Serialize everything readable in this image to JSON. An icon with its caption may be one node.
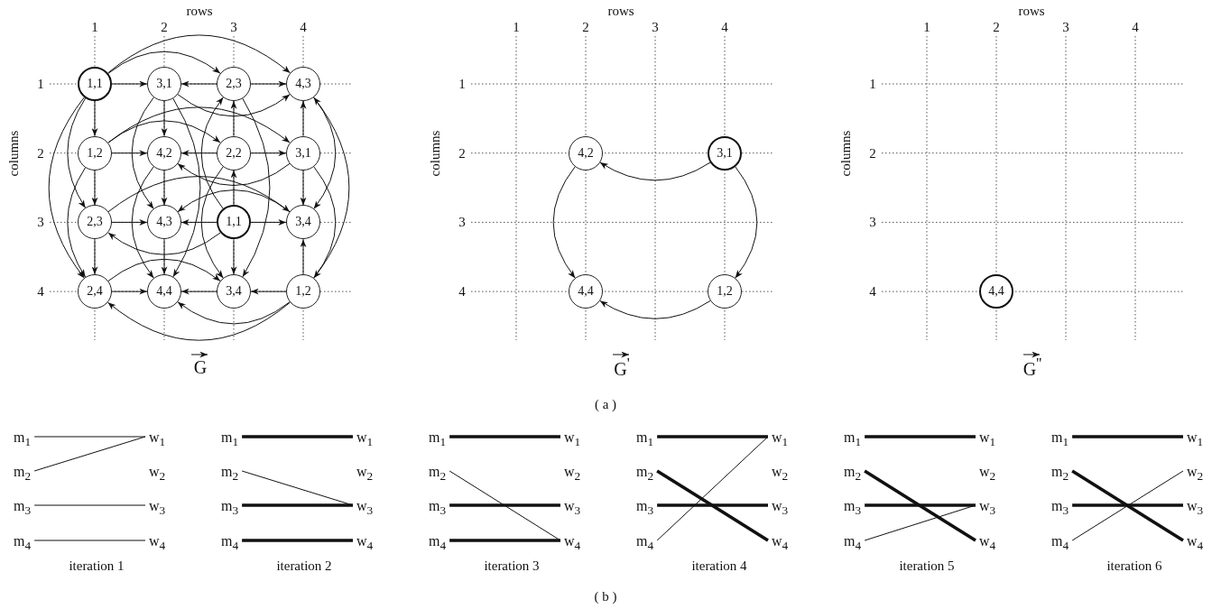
{
  "diagram": {
    "nodes": [
      {
        "text": [
          "1,1"
        ]
      },
      {
        "text": [
          "3,1"
        ]
      },
      {
        "text": [
          "2,3"
        ]
      },
      {
        "text": [
          "4,3"
        ]
      },
      {
        "text": [
          "1,2"
        ]
      },
      {
        "text": [
          "4,2"
        ]
      },
      {
        "text": [
          "2,2"
        ]
      },
      {
        "text": [
          "3,1"
        ]
      },
      {
        "text": [
          "2,3"
        ]
      },
      {
        "text": [
          "4,3"
        ]
      },
      {
        "text": [
          "1,1"
        ]
      },
      {
        "text": [
          "3,4"
        ]
      },
      {
        "text": [
          "2,4"
        ]
      },
      {
        "text": [
          "4,4"
        ]
      },
      {
        "text": [
          "3,4"
        ]
      },
      {
        "text": [
          "1,2"
        ]
      },
      {
        "text": [
          "4,2"
        ]
      },
      {
        "text": [
          "3,1"
        ]
      },
      {
        "text": [
          "4,4"
        ]
      },
      {
        "text": [
          "1,2"
        ]
      },
      {
        "text": [
          "4,4"
        ]
      },
      {
        "text": [
          "m$_{1}$"
        ]
      },
      {
        "text": [
          "m$_{2}$"
        ]
      },
      {
        "text": [
          "m$_{3}$"
        ]
      },
      {
        "text": [
          "m$_{4}$"
        ]
      },
      {
        "text": [
          "w$_{1}$"
        ]
      },
      {
        "text": [
          "w$_{2}$"
        ]
      },
      {
        "text": [
          "w$_{3}$"
        ]
      },
      {
        "text": [
          "w$_{4}$"
        ]
      },
      {
        "text": [
          "m$_{1}$"
        ]
      },
      {
        "text": [
          "m$_{2}$"
        ]
      },
      {
        "text": [
          "m$_{3}$"
        ]
      },
      {
        "text": [
          "m$_{4}$"
        ]
      },
      {
        "text": [
          "w$_{1}$"
        ]
      },
      {
        "text": [
          "w$_{2}$"
        ]
      },
      {
        "text": [
          "w$_{3}$"
        ]
      },
      {
        "text": [
          "w$_{4}$"
        ]
      },
      {
        "text": [
          "m$_{1}$"
        ]
      },
      {
        "text": [
          "m$_{2}$"
        ]
      },
      {
        "text": [
          "m$_{3}$"
        ]
      },
      {
        "text": [
          "m$_{4}$"
        ]
      },
      {
        "text": [
          "w$_{1}$"
        ]
      },
      {
        "text": [
          "w$_{2}$"
        ]
      },
      {
        "text": [
          "w$_{3}$"
        ]
      },
      {
        "text": [
          "w$_{4}$"
        ]
      },
      {
        "text": [
          "m$_{1}$"
        ]
      },
      {
        "text": [
          "m$_{2}$"
        ]
      },
      {
        "text": [
          "m$_{3}$"
        ]
      },
      {
        "text": [
          "m$_{4}$"
        ]
      },
      {
        "text": [
          "w$_{1}$"
        ]
      },
      {
        "text": [
          "w$_{2}$"
        ]
      },
      {
        "text": [
          "w$_{3}$"
        ]
      },
      {
        "text": [
          "w$_{4}$"
        ]
      },
      {
        "text": [
          "m$_{1}$"
        ]
      },
      {
        "text": [
          "m$_{2}$"
        ]
      },
      {
        "text": [
          "m$_{3}$"
        ]
      },
      {
        "text": [
          "m$_{4}$"
        ]
      },
      {
        "text": [
          "w$_{1}$"
        ]
      },
      {
        "text": [
          "w$_{2}$"
        ]
      },
      {
        "text": [
          "w$_{3}$"
        ]
      },
      {
        "text": [
          "w$_{4}$"
        ]
      },
      {
        "text": [
          "m$_{1}$"
        ]
      },
      {
        "text": [
          "m$_{2}$"
        ]
      },
      {
        "text": [
          "m$_{3}$"
        ]
      },
      {
        "text": [
          "m$_{4}$"
        ]
      },
      {
        "text": [
          "w$_{1}$"
        ]
      },
      {
        "text": [
          "w$_{2}$"
        ]
      },
      {
        "text": [
          "w$_{3}$"
        ]
      },
      {
        "text": [
          "w$_{4}$"
        ]
      }
    ],
    "edges": [
      {
        "from": 0,
        "to": 1,
        "arrow": "to"
      },
      {
        "from": 2,
        "to": 1,
        "arrow": "to"
      },
      {
        "from": 2,
        "to": 3,
        "arrow": "to"
      },
      {
        "from": 0,
        "to": 2,
        "arrow": "to"
      },
      {
        "from": 0,
        "to": 3,
        "arrow": "to"
      },
      {
        "from": 1,
        "to": 3,
        "arrow": "to"
      },
      {
        "from": 0,
        "to": 4,
        "arrow": "to"
      },
      {
        "from": 4,
        "to": 8,
        "arrow": "to"
      },
      {
        "from": 8,
        "to": 12,
        "arrow": "to"
      },
      {
        "from": 0,
        "to": 8,
        "arrow": "to"
      },
      {
        "from": 0,
        "to": 12,
        "arrow": "to"
      },
      {
        "from": 4,
        "to": 12,
        "arrow": "to"
      },
      {
        "from": 4,
        "to": 5,
        "arrow": "to"
      },
      {
        "from": 6,
        "to": 5,
        "arrow": "to"
      },
      {
        "from": 6,
        "to": 7,
        "arrow": "to"
      },
      {
        "from": 4,
        "to": 6,
        "arrow": "to"
      },
      {
        "from": 4,
        "to": 7,
        "arrow": "to"
      },
      {
        "from": 7,
        "to": 5,
        "arrow": "to"
      },
      {
        "from": 8,
        "to": 9,
        "arrow": "to"
      },
      {
        "from": 10,
        "to": 9,
        "arrow": "to"
      },
      {
        "from": 10,
        "to": 11,
        "arrow": "to"
      },
      {
        "from": 10,
        "to": 8,
        "arrow": "to"
      },
      {
        "from": 8,
        "to": 11,
        "arrow": "to"
      },
      {
        "from": 11,
        "to": 9,
        "arrow": "to"
      },
      {
        "from": 12,
        "to": 13,
        "arrow": "to"
      },
      {
        "from": 14,
        "to": 13,
        "arrow": "to"
      },
      {
        "from": 15,
        "to": 14,
        "arrow": "to"
      },
      {
        "from": 12,
        "to": 14,
        "arrow": "to"
      },
      {
        "from": 15,
        "to": 13,
        "arrow": "to"
      },
      {
        "from": 15,
        "to": 12,
        "arrow": "to"
      },
      {
        "from": 1,
        "to": 5,
        "arrow": "to"
      },
      {
        "from": 5,
        "to": 9,
        "arrow": "to"
      },
      {
        "from": 9,
        "to": 13,
        "arrow": "to"
      },
      {
        "from": 1,
        "to": 9,
        "arrow": "to"
      },
      {
        "from": 5,
        "to": 13,
        "arrow": "to"
      },
      {
        "from": 1,
        "to": 13,
        "arrow": "to"
      },
      {
        "from": 6,
        "to": 2,
        "arrow": "to"
      },
      {
        "from": 10,
        "to": 6,
        "arrow": "to"
      },
      {
        "from": 10,
        "to": 14,
        "arrow": "to"
      },
      {
        "from": 10,
        "to": 2,
        "arrow": "to"
      },
      {
        "from": 6,
        "to": 14,
        "arrow": "to"
      },
      {
        "from": 2,
        "to": 14,
        "arrow": "to"
      },
      {
        "from": 7,
        "to": 3,
        "arrow": "to"
      },
      {
        "from": 7,
        "to": 11,
        "arrow": "to"
      },
      {
        "from": 15,
        "to": 11,
        "arrow": "to"
      },
      {
        "from": 3,
        "to": 11,
        "arrow": "to"
      },
      {
        "from": 7,
        "to": 15,
        "arrow": "to"
      },
      {
        "from": 15,
        "to": 3,
        "arrow": "to"
      },
      {
        "from": 17,
        "to": 16,
        "arrow": "to"
      },
      {
        "from": 16,
        "to": 18,
        "arrow": "to"
      },
      {
        "from": 17,
        "to": 19,
        "arrow": "to"
      },
      {
        "from": 19,
        "to": 18,
        "arrow": "to"
      },
      {
        "from": 21,
        "to": 25,
        "arrow": "none"
      },
      {
        "from": 22,
        "to": 25,
        "arrow": "none"
      },
      {
        "from": 23,
        "to": 27,
        "arrow": "none"
      },
      {
        "from": 24,
        "to": 28,
        "arrow": "none"
      },
      {
        "from": 29,
        "to": 33,
        "arrow": "none",
        "style": "thick"
      },
      {
        "from": 30,
        "to": 35,
        "arrow": "none"
      },
      {
        "from": 31,
        "to": 35,
        "arrow": "none",
        "style": "thick"
      },
      {
        "from": 32,
        "to": 36,
        "arrow": "none",
        "style": "thick"
      },
      {
        "from": 37,
        "to": 41,
        "arrow": "none",
        "style": "thick"
      },
      {
        "from": 38,
        "to": 44,
        "arrow": "none"
      },
      {
        "from": 39,
        "to": 43,
        "arrow": "none",
        "style": "thick"
      },
      {
        "from": 40,
        "to": 44,
        "arrow": "none",
        "style": "thick"
      },
      {
        "from": 45,
        "to": 49,
        "arrow": "none",
        "style": "thick"
      },
      {
        "from": 46,
        "to": 52,
        "arrow": "none",
        "style": "thick"
      },
      {
        "from": 47,
        "to": 51,
        "arrow": "none",
        "style": "thick"
      },
      {
        "from": 48,
        "to": 49,
        "arrow": "none"
      },
      {
        "from": 53,
        "to": 57,
        "arrow": "none",
        "style": "thick"
      },
      {
        "from": 54,
        "to": 60,
        "arrow": "none",
        "style": "thick"
      },
      {
        "from": 55,
        "to": 59,
        "arrow": "none",
        "style": "thick"
      },
      {
        "from": 56,
        "to": 59,
        "arrow": "none"
      },
      {
        "from": 61,
        "to": 65,
        "arrow": "none",
        "style": "thick"
      },
      {
        "from": 62,
        "to": 68,
        "arrow": "none",
        "style": "thick"
      },
      {
        "from": 63,
        "to": 67,
        "arrow": "none",
        "style": "thick"
      },
      {
        "from": 64,
        "to": 66,
        "arrow": "none"
      }
    ],
    "labels": [
      "rows",
      "1",
      "2",
      "3",
      "4",
      "columns",
      "1",
      "2",
      "3",
      "4",
      "G",
      "rows",
      "1",
      "2",
      "3",
      "4",
      "columns",
      "1",
      "2",
      "3",
      "4",
      "G$^{'}$",
      "rows",
      "1",
      "2",
      "3",
      "4",
      "columns",
      "1",
      "2",
      "3",
      "4",
      "G$^{''}$",
      "( a )",
      "iteration 1",
      "iteration 2",
      "iteration 3",
      "iteration 4",
      "iteration 5",
      "iteration 6",
      "( b )"
    ]
  }
}
